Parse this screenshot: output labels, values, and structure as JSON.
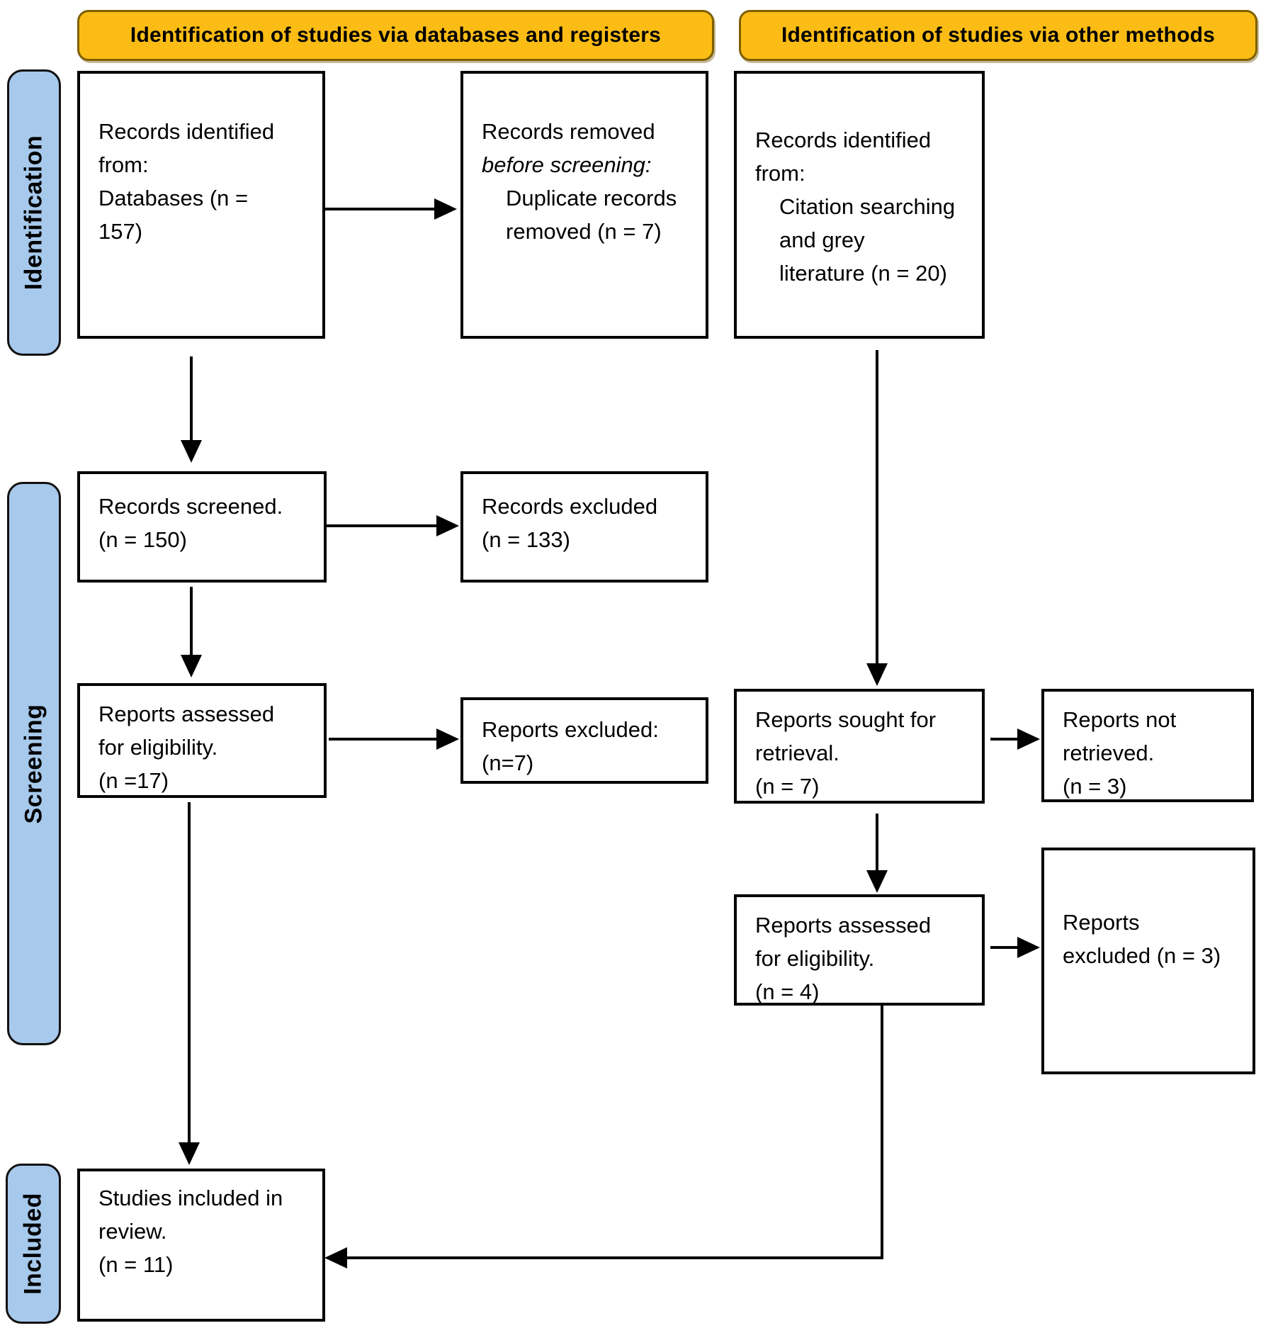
{
  "headers": {
    "databases": "Identification of studies via databases and registers",
    "other_methods": "Identification of studies via other methods"
  },
  "side_labels": {
    "identification": "Identification",
    "screening": "Screening",
    "included": "Included"
  },
  "boxes": {
    "records_identified_db": {
      "lines": [
        "Records identified",
        "from:",
        "Databases (n =",
        "157)"
      ]
    },
    "records_removed": {
      "lines": [
        "Records removed",
        "before screening:",
        "Duplicate records",
        "removed (n = 7)"
      ]
    },
    "records_identified_other": {
      "lines": [
        "Records identified",
        "from:",
        "Citation searching",
        "and grey",
        "literature (n = 20)"
      ]
    },
    "records_screened": {
      "lines": [
        "Records screened.",
        "(n = 150)"
      ]
    },
    "records_excluded": {
      "lines": [
        "Records excluded",
        "(n = 133)"
      ]
    },
    "reports_assessed_db": {
      "lines": [
        "Reports assessed",
        "for eligibility.",
        "(n =17)"
      ]
    },
    "reports_excluded_db": {
      "lines": [
        "Reports excluded:",
        "(n=7)"
      ]
    },
    "reports_sought": {
      "lines": [
        "Reports sought for",
        "retrieval.",
        "(n = 7)"
      ]
    },
    "reports_not_retrieved": {
      "lines": [
        "Reports not",
        "retrieved.",
        "(n = 3)"
      ]
    },
    "reports_assessed_other": {
      "lines": [
        "Reports assessed",
        "for eligibility.",
        "(n = 4)"
      ]
    },
    "reports_excluded_other": {
      "lines": [
        "Reports",
        "excluded (n = 3)"
      ]
    },
    "studies_included": {
      "lines": [
        "Studies included in",
        "review.",
        "(n = 11)"
      ]
    }
  },
  "colors": {
    "header_fill": "#FBBD15",
    "header_border": "#7F6000",
    "side_label_fill": "#A7C9EC",
    "box_border": "#000000",
    "arrow": "#000000",
    "background": "#FFFFFF"
  }
}
